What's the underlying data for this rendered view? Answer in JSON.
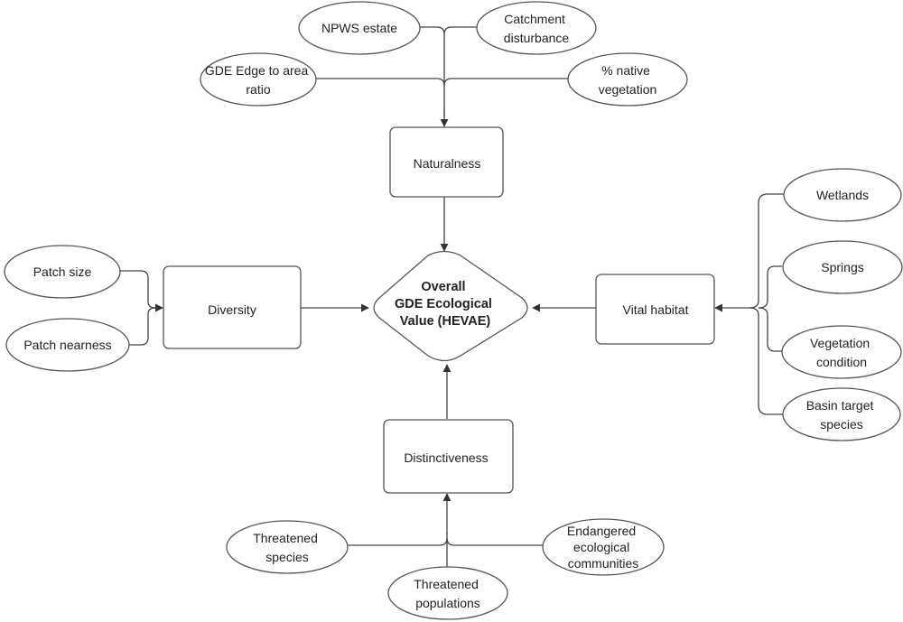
{
  "nodes": {
    "npws_estate": "NPWS estate",
    "catchment_disturbance": [
      "Catchment",
      "disturbance"
    ],
    "gde_edge_ratio": [
      "GDE Edge to area",
      "ratio"
    ],
    "native_vegetation": [
      "% native",
      "vegetation"
    ],
    "naturalness": "Naturalness",
    "patch_size": "Patch size",
    "patch_nearness": "Patch nearness",
    "diversity": "Diversity",
    "overall": [
      "Overall",
      "GDE Ecological",
      "Value (HEVAE)"
    ],
    "vital_habitat": "Vital habitat",
    "wetlands": "Wetlands",
    "springs": "Springs",
    "vegetation_condition": [
      "Vegetation",
      "condition"
    ],
    "basin_target_species": [
      "Basin target",
      "species"
    ],
    "distinctiveness": "Distinctiveness",
    "threatened_species": [
      "Threatened",
      "species"
    ],
    "threatened_populations": [
      "Threatened",
      "populations"
    ],
    "endangered_communities": [
      "Endangered",
      "ecological",
      "communities"
    ]
  },
  "colors": {
    "stroke": "#555555",
    "connector": "#444444",
    "fill": "#ffffff",
    "text": "#222222"
  }
}
